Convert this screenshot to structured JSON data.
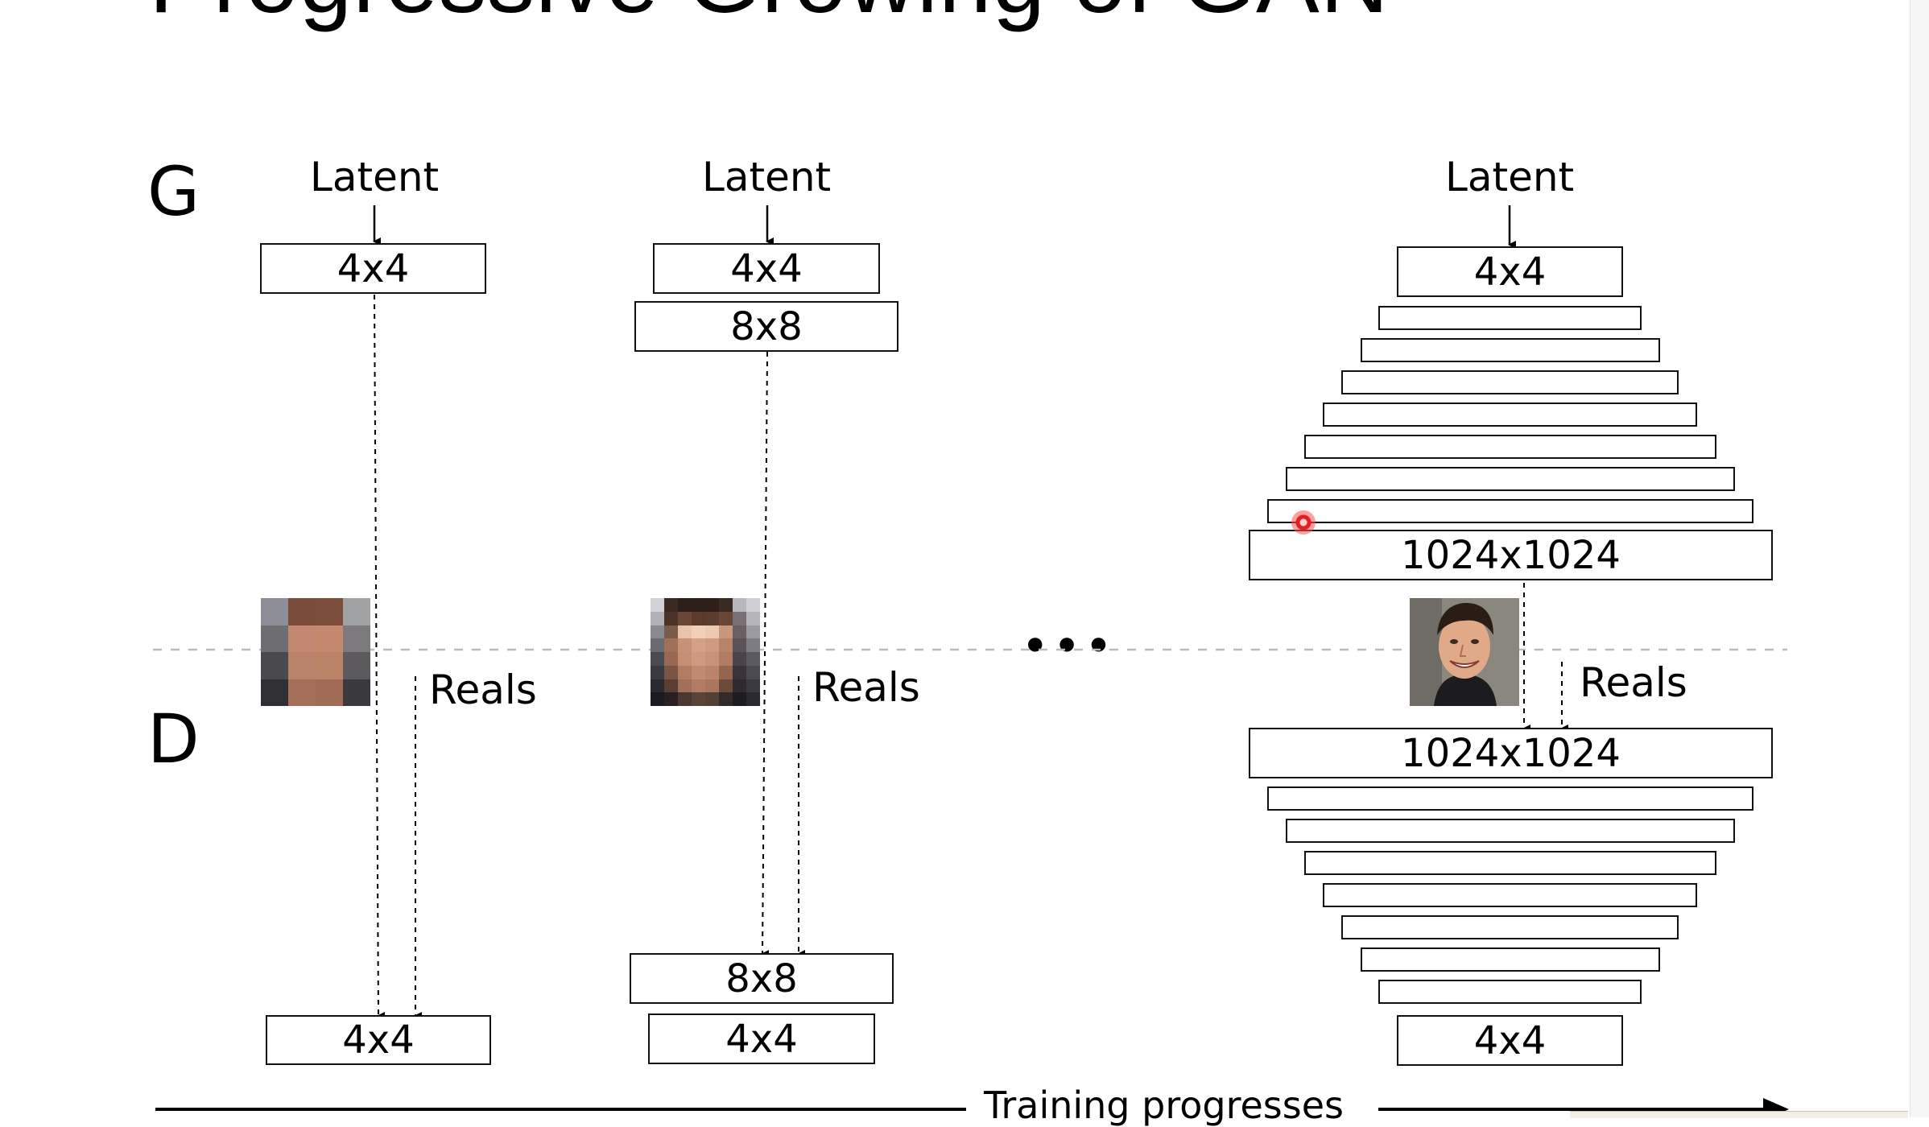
{
  "title": "Progressive Growing of GAN",
  "generator_label": "G",
  "discriminator_label": "D",
  "latent_label": "Latent",
  "reals_label": "Reals",
  "ellipsis": "•••",
  "progress_label": "Training progresses",
  "stage1": {
    "g_layers": [
      "4x4"
    ],
    "d_layers": [
      "4x4"
    ]
  },
  "stage2": {
    "g_layers": [
      "4x4",
      "8x8"
    ],
    "d_layers": [
      "8x8",
      "4x4"
    ]
  },
  "stage3": {
    "g_top": "4x4",
    "g_bottom": "1024x1024",
    "d_top": "1024x1024",
    "d_bottom": "4x4",
    "unlabeled_layers_each": 7
  }
}
